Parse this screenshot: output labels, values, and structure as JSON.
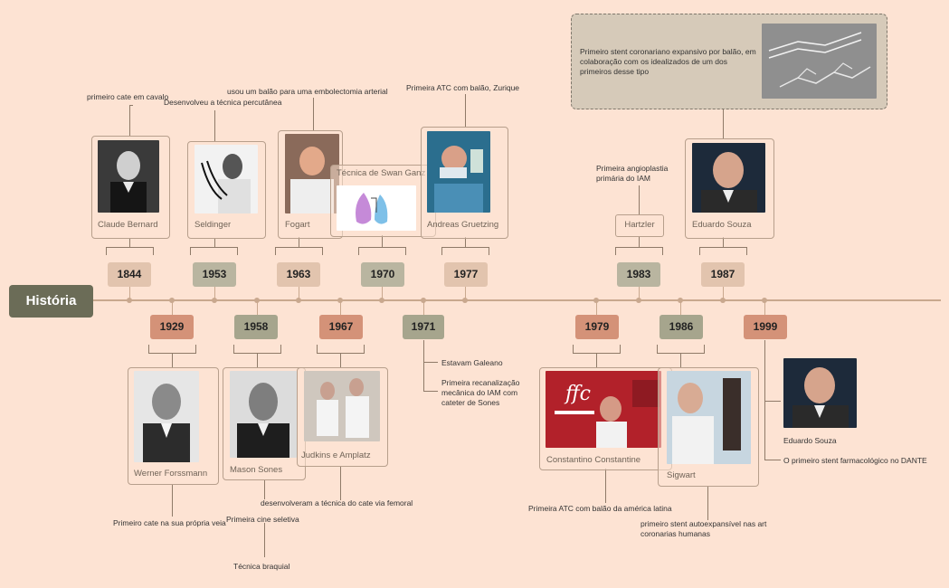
{
  "title": "História",
  "timeline": [
    {
      "year": "1844",
      "name": "Claude Bernard",
      "note": "primeiro cate em cavalo"
    },
    {
      "year": "1929",
      "name": "Werner Forssmann",
      "note": "Primeiro cate na sua própria veia"
    },
    {
      "year": "1953",
      "name": "Seldinger",
      "note": "Desenvolveu a técnica percutânea"
    },
    {
      "year": "1958",
      "name": "Mason Sones",
      "note": "Primeira cine seletiva",
      "note2": "Técnica braquial"
    },
    {
      "year": "1963",
      "name": "Fogart",
      "note": "usou um balão para uma embolectomia arterial"
    },
    {
      "year": "1967",
      "name": "Judkins e Amplatz",
      "note": "desenvolveram a técnica do cate via femoral"
    },
    {
      "year": "1970",
      "name": "Técnica de Swan Ganz"
    },
    {
      "year": "1971",
      "note": "Estavam Galeano",
      "note2": "Primeira recanalização mecânica do IAM com cateter de Sones"
    },
    {
      "year": "1977",
      "name": "Andreas Gruetzing",
      "note": "Primeira ATC com balão, Zurique"
    },
    {
      "year": "1979",
      "name": "Constantino Constantine",
      "note": "Primeira ATC com balão da américa latina"
    },
    {
      "year": "1983",
      "name": "Hartzler",
      "note": "Primeira angioplastia primária do IAM"
    },
    {
      "year": "1986",
      "name": "Sigwart",
      "note": "primeiro stent autoexpansível nas art coronarias humanas"
    },
    {
      "year": "1987",
      "name": "Eduardo Souza",
      "note": "Primeiro stent coronariano expansivo por balão, em colaboração com os idealizados de um dos primeiros desse tipo"
    },
    {
      "year": "1999",
      "name": "Eduardo Souza",
      "note": "O primeiro stent farmacológico no DANTE"
    }
  ],
  "colors": {
    "background": "#fde3d3",
    "title_bg": "#6b6c57",
    "axis": "#c9a88e"
  },
  "icons": [
    "portrait-photo",
    "lung-diagram",
    "stent-image",
    "ffc-logo"
  ]
}
